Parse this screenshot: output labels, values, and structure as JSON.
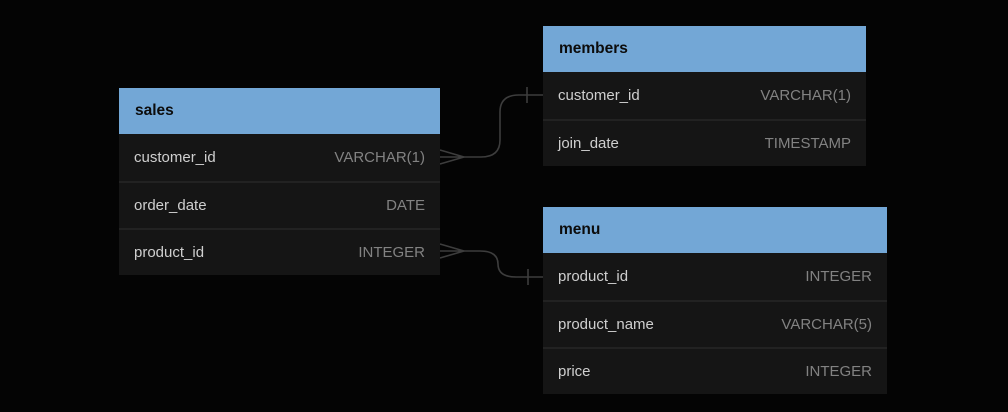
{
  "diagram": {
    "kind": "entity-relationship-diagram",
    "background": "#040404"
  },
  "colors": {
    "table_header_bg": "#73a7d6",
    "table_header_text": "#0c0c0c",
    "row_bg": "#151515",
    "row_separator": "#222222",
    "field_name_text": "#cfcfcf",
    "field_type_text": "#828282",
    "relation_line": "#3d3d3d"
  },
  "tables": [
    {
      "id": "sales",
      "title": "sales",
      "fields": [
        {
          "name": "customer_id",
          "type": "VARCHAR(1)"
        },
        {
          "name": "order_date",
          "type": "DATE"
        },
        {
          "name": "product_id",
          "type": "INTEGER"
        }
      ]
    },
    {
      "id": "members",
      "title": "members",
      "fields": [
        {
          "name": "customer_id",
          "type": "VARCHAR(1)"
        },
        {
          "name": "join_date",
          "type": "TIMESTAMP"
        }
      ]
    },
    {
      "id": "menu",
      "title": "menu",
      "fields": [
        {
          "name": "product_id",
          "type": "INTEGER"
        },
        {
          "name": "product_name",
          "type": "VARCHAR(5)"
        },
        {
          "name": "price",
          "type": "INTEGER"
        }
      ]
    }
  ],
  "relationships": [
    {
      "from": "sales.customer_id",
      "to": "members.customer_id",
      "from_cardinality": "many",
      "to_cardinality": "one"
    },
    {
      "from": "sales.product_id",
      "to": "menu.product_id",
      "from_cardinality": "many",
      "to_cardinality": "one"
    }
  ]
}
